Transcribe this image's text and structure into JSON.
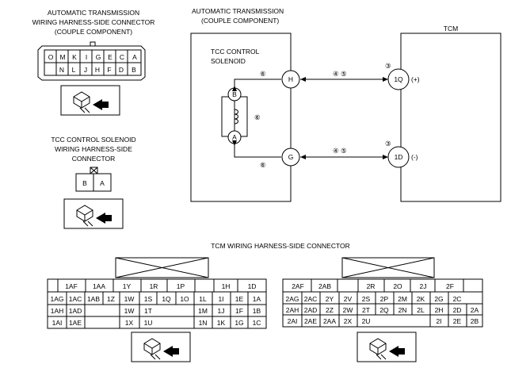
{
  "left": {
    "couple_title": [
      "AUTOMATIC TRANSMISSION",
      "WIRING HARNESS-SIDE CONNECTOR",
      "(COUPLE COMPONENT)"
    ],
    "couple_top_pins": [
      "O",
      "M",
      "K",
      "I",
      "G",
      "E",
      "C",
      "A"
    ],
    "couple_bottom_pins": [
      "N",
      "L",
      "J",
      "H",
      "F",
      "D",
      "B"
    ],
    "solenoid_title": [
      "TCC CONTROL SOLENOID",
      "WIRING HARNESS-SIDE",
      "CONNECTOR"
    ],
    "solenoid_pins": [
      "B",
      "A"
    ]
  },
  "schematic": {
    "at_title": [
      "AUTOMATIC TRANSMISSION",
      "(COUPLE COMPONENT)"
    ],
    "tcm_title": "TCM",
    "solenoid_label": [
      "TCC CONTROL",
      "SOLENOID"
    ],
    "node_h": "H",
    "node_g": "G",
    "node_b": "B",
    "node_a": "A",
    "node_1q": "1Q",
    "node_1d": "1D",
    "ref_6": "⑥",
    "ref_45": "④ ⑤",
    "ref_3": "③",
    "plus": "(+)",
    "minus": "(-)"
  },
  "tcm_connector": {
    "title": "TCM WIRING HARNESS-SIDE CONNECTOR",
    "left_block": {
      "row0": [
        "1AF",
        "1AA",
        "1Y",
        "1R",
        "1P",
        "1H",
        "1D"
      ],
      "row1": [
        "1AG",
        "1AC",
        "1AB",
        "1Z",
        "1W",
        "1S",
        "1Q",
        "1O",
        "1L",
        "1I",
        "1E",
        "1A"
      ],
      "row2": [
        "1AH",
        "1AD",
        "1W",
        "1T",
        "1M",
        "1J",
        "1F",
        "1B"
      ],
      "row3": [
        "1AI",
        "1AE",
        "1X",
        "1U",
        "1N",
        "1K",
        "1G",
        "1C"
      ]
    },
    "right_block": {
      "row0": [
        "2AF",
        "2AB",
        "2R",
        "2O",
        "2J",
        "2F"
      ],
      "row1": [
        "2AG",
        "2AC",
        "2Y",
        "2V",
        "2S",
        "2P",
        "2M",
        "2K",
        "2G",
        "2C"
      ],
      "row2": [
        "2AH",
        "2AD",
        "2Z",
        "2W",
        "2T",
        "2Q",
        "2N",
        "2L",
        "2H",
        "2D",
        "2A"
      ],
      "row3": [
        "2AI",
        "2AE",
        "2AA",
        "2X",
        "2U",
        "2I",
        "2E",
        "2B"
      ]
    }
  }
}
